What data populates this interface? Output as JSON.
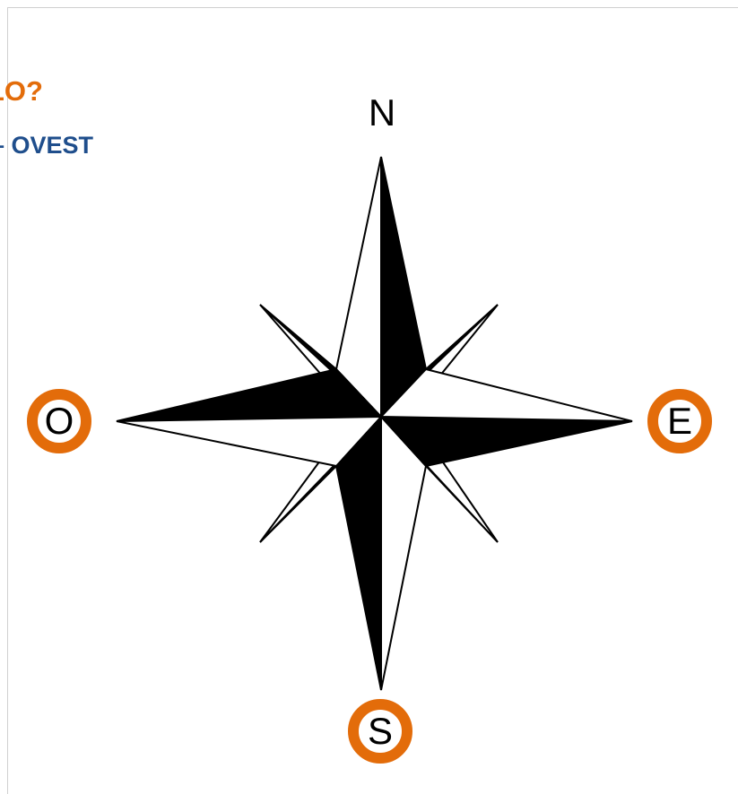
{
  "heading": {
    "text": "LO?",
    "color": "#e36c0a"
  },
  "subheading": {
    "text": "– OVEST",
    "color": "#1f4e8c"
  },
  "compass": {
    "directions": {
      "north": "N",
      "south": "S",
      "east": "E",
      "west": "O"
    },
    "highlighted": [
      "west",
      "east",
      "south"
    ],
    "highlight_color": "#e36c0a"
  }
}
